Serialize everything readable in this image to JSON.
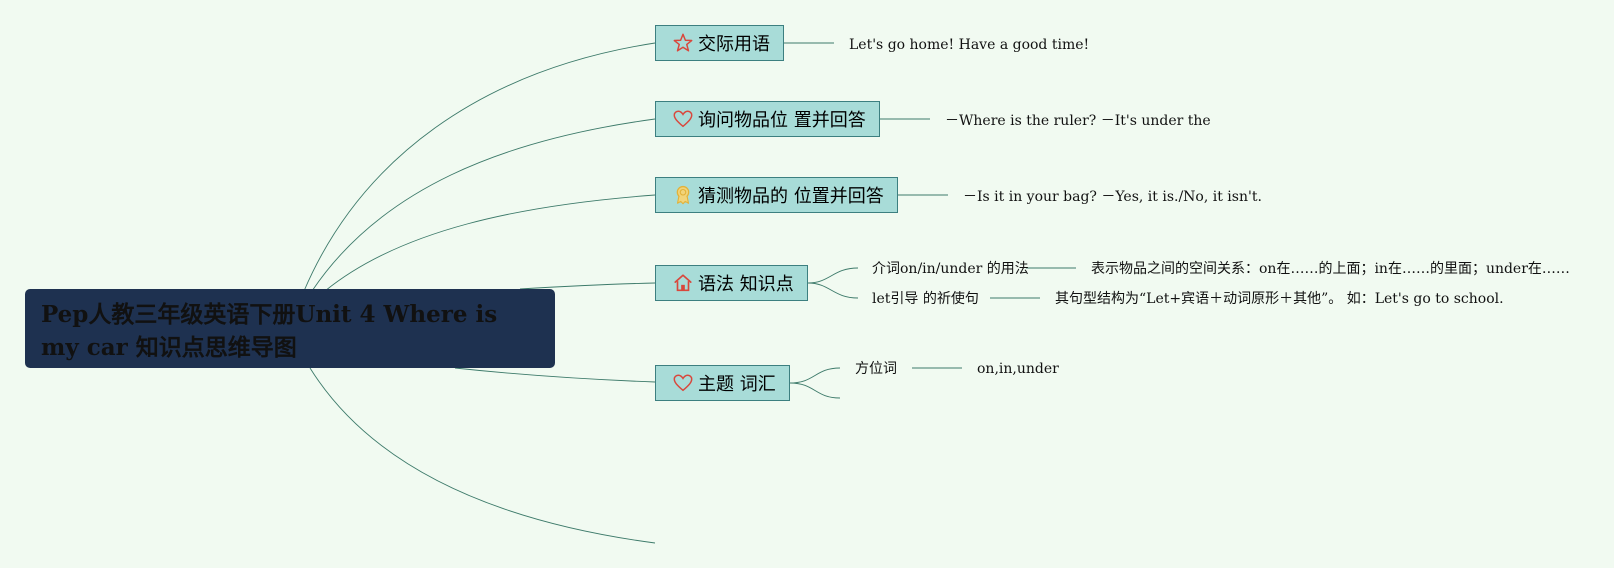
{
  "root": {
    "title": "Pep人教三年级英语下册Unit 4 Where is my car 知识点思维导图"
  },
  "topics": [
    {
      "label": "交际用语",
      "icon": "star-icon",
      "leaf": "Let's go home! Have a good time!"
    },
    {
      "label": "询问物品位 置并回答",
      "icon": "heart-icon",
      "leaf": "－Where is the ruler? －It's under the"
    },
    {
      "label": "猜测物品的 位置并回答",
      "icon": "award-medal-icon",
      "leaf": "－Is it in your bag? －Yes, it is./No, it isn't."
    },
    {
      "label": "语法 知识点",
      "icon": "home-icon",
      "subs": [
        {
          "label": "介词on/in/under 的用法",
          "detail": "表示物品之间的空间关系：on在……的上面；in在……的里面；under在……"
        },
        {
          "label": "let引导 的祈使句",
          "detail": "其句型结构为“Let+宾语＋动词原形＋其他”。 如：Let's go to school."
        }
      ]
    },
    {
      "label": "主题 词汇",
      "icon": "heart-icon",
      "subs": [
        {
          "label": "方位词",
          "detail": "on,in,under"
        }
      ]
    }
  ],
  "colors": {
    "background": "#f1faf1",
    "root_fill": "#1e3150",
    "topic_fill": "#a8dcd8",
    "topic_border": "#3c7f80",
    "connector": "#3d7a6a",
    "icon_red": "#d9473c",
    "icon_gold": "#e2b23a"
  }
}
